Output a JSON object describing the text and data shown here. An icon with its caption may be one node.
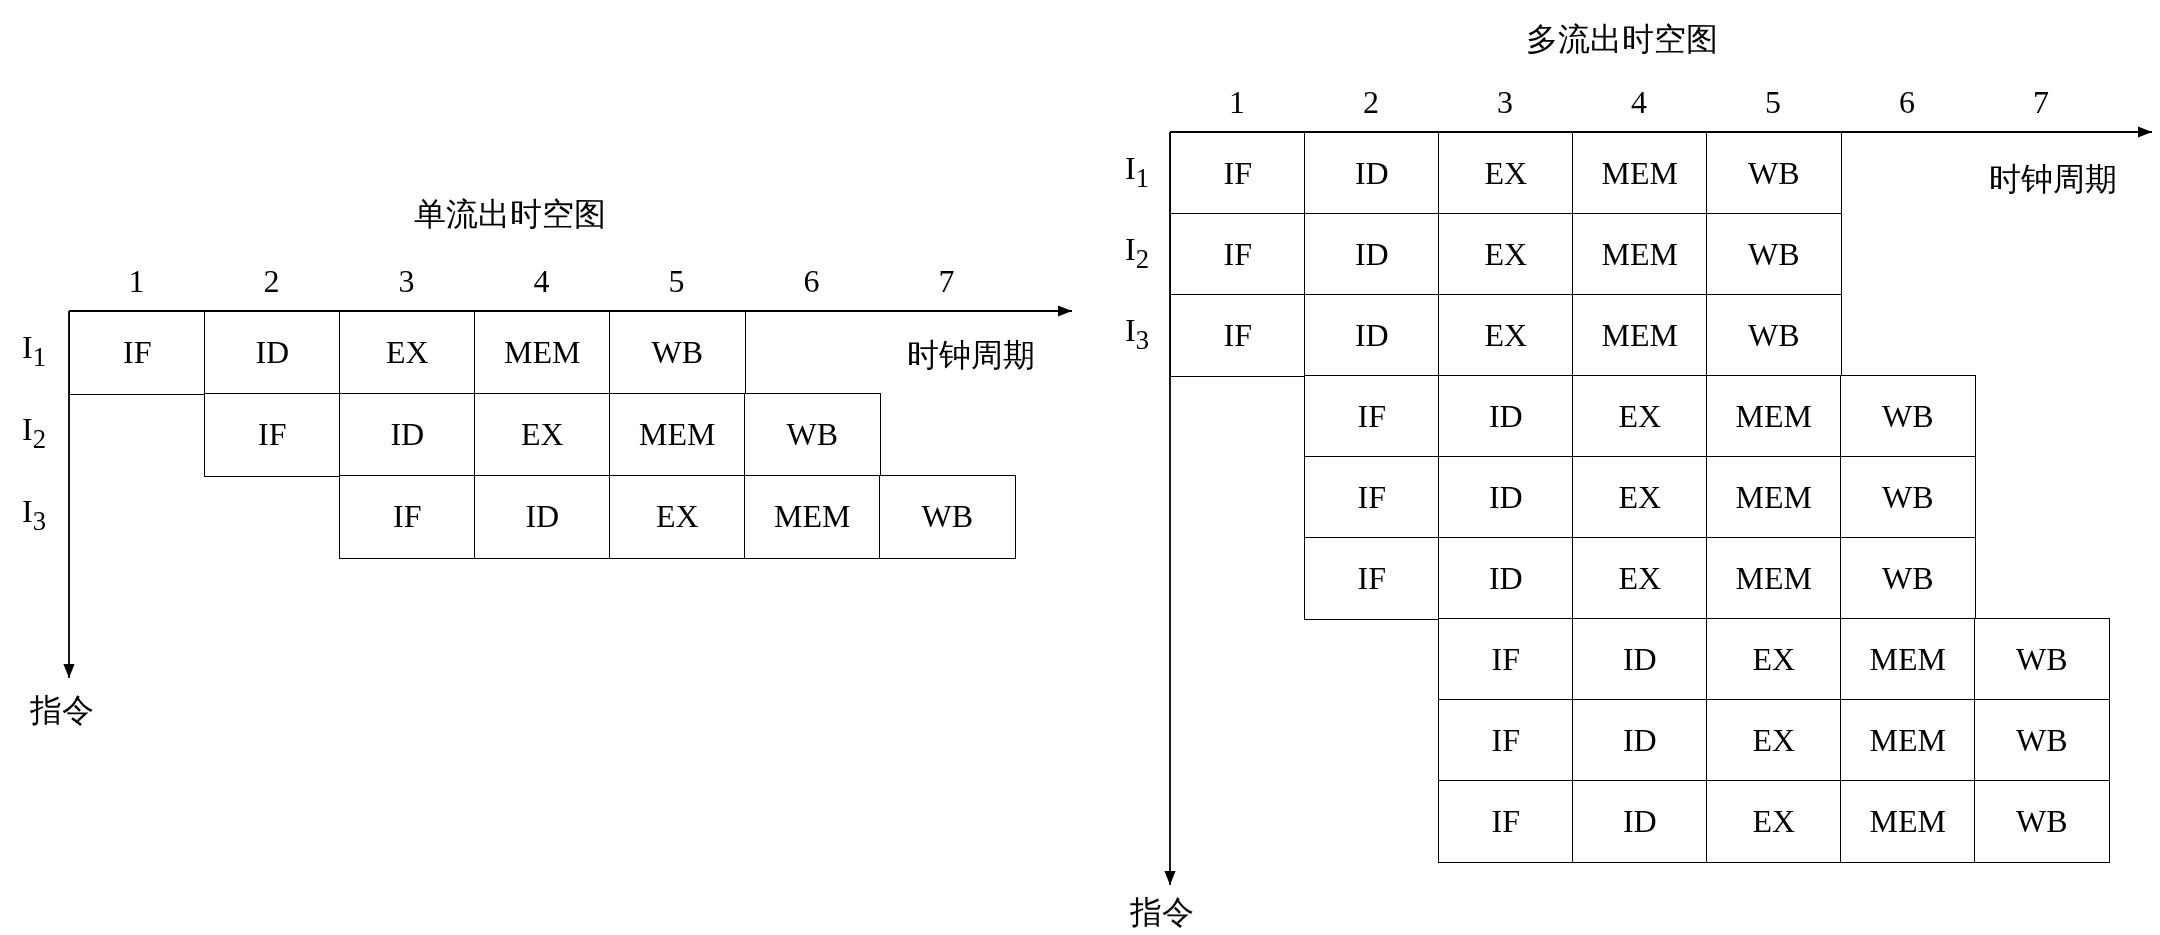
{
  "diagram": {
    "labels": [
      "单流出时空图",
      "1",
      "2",
      "3",
      "4",
      "5",
      "6",
      "7",
      "I$_{1}$",
      "IF",
      "ID",
      "EX",
      "MEM",
      "WB",
      "时钟周期",
      "I$_{2}$",
      "IF",
      "ID",
      "EX",
      "MEM",
      "WB",
      "I$_{3}$",
      "IF",
      "ID",
      "EX",
      "MEM",
      "WB",
      "指令",
      "多流出时空图",
      "1",
      "2",
      "3",
      "4",
      "5",
      "6",
      "7",
      "I$_{1}$",
      "IF",
      "ID",
      "EX",
      "MEM",
      "WB",
      "时钟周期",
      "I$_{2}$",
      "IF",
      "ID",
      "EX",
      "MEM",
      "WB",
      "I$_{3}$",
      "IF",
      "ID",
      "EX",
      "MEM",
      "WB",
      "IF",
      "ID",
      "EX",
      "MEM",
      "WB",
      "IF",
      "ID",
      "EX",
      "MEM",
      "WB",
      "IF",
      "ID",
      "EX",
      "MEM",
      "WB",
      "IF",
      "ID",
      "EX",
      "MEM",
      "WB",
      "IF",
      "ID",
      "EX",
      "MEM",
      "WB",
      "IF",
      "ID",
      "EX",
      "MEM",
      "WB",
      "指令"
    ]
  }
}
